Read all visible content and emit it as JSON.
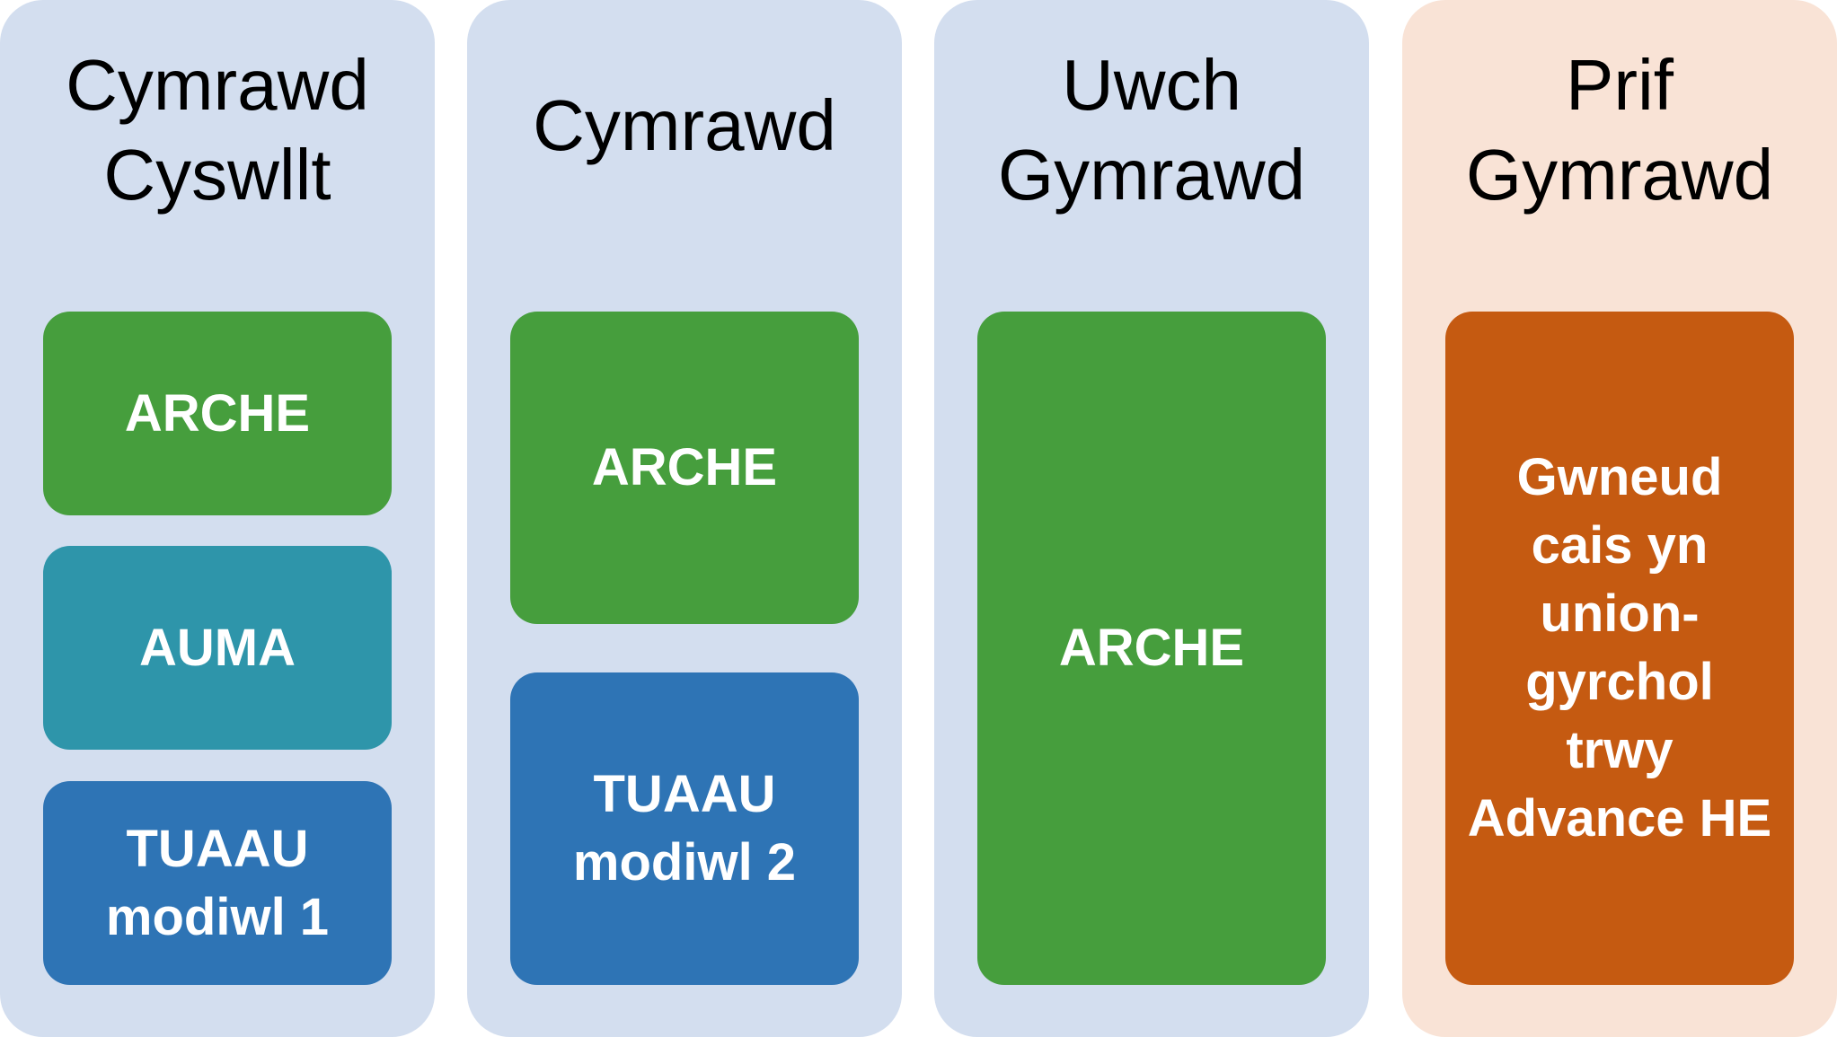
{
  "colors": {
    "column_blue": "#d3deef",
    "column_peach": "#f9e3d6",
    "green": "#469e3d",
    "teal": "#2e95aa",
    "blue": "#2e74b5",
    "orange": "#c55a11"
  },
  "columns": [
    {
      "title": "Cymrawd\nCyswllt",
      "boxes": [
        {
          "label": "ARCHE"
        },
        {
          "label": "AUMA"
        },
        {
          "label": "TUAAU\nmodiwl 1"
        }
      ]
    },
    {
      "title": "Cymrawd",
      "boxes": [
        {
          "label": "ARCHE"
        },
        {
          "label": "TUAAU\nmodiwl 2"
        }
      ]
    },
    {
      "title": "Uwch\nGymrawd",
      "boxes": [
        {
          "label": "ARCHE"
        }
      ]
    },
    {
      "title": "Prif\nGymrawd",
      "boxes": [
        {
          "label": "Gwneud\ncais yn\nunion-\ngyrchol\ntrwy\nAdvance HE"
        }
      ]
    }
  ]
}
